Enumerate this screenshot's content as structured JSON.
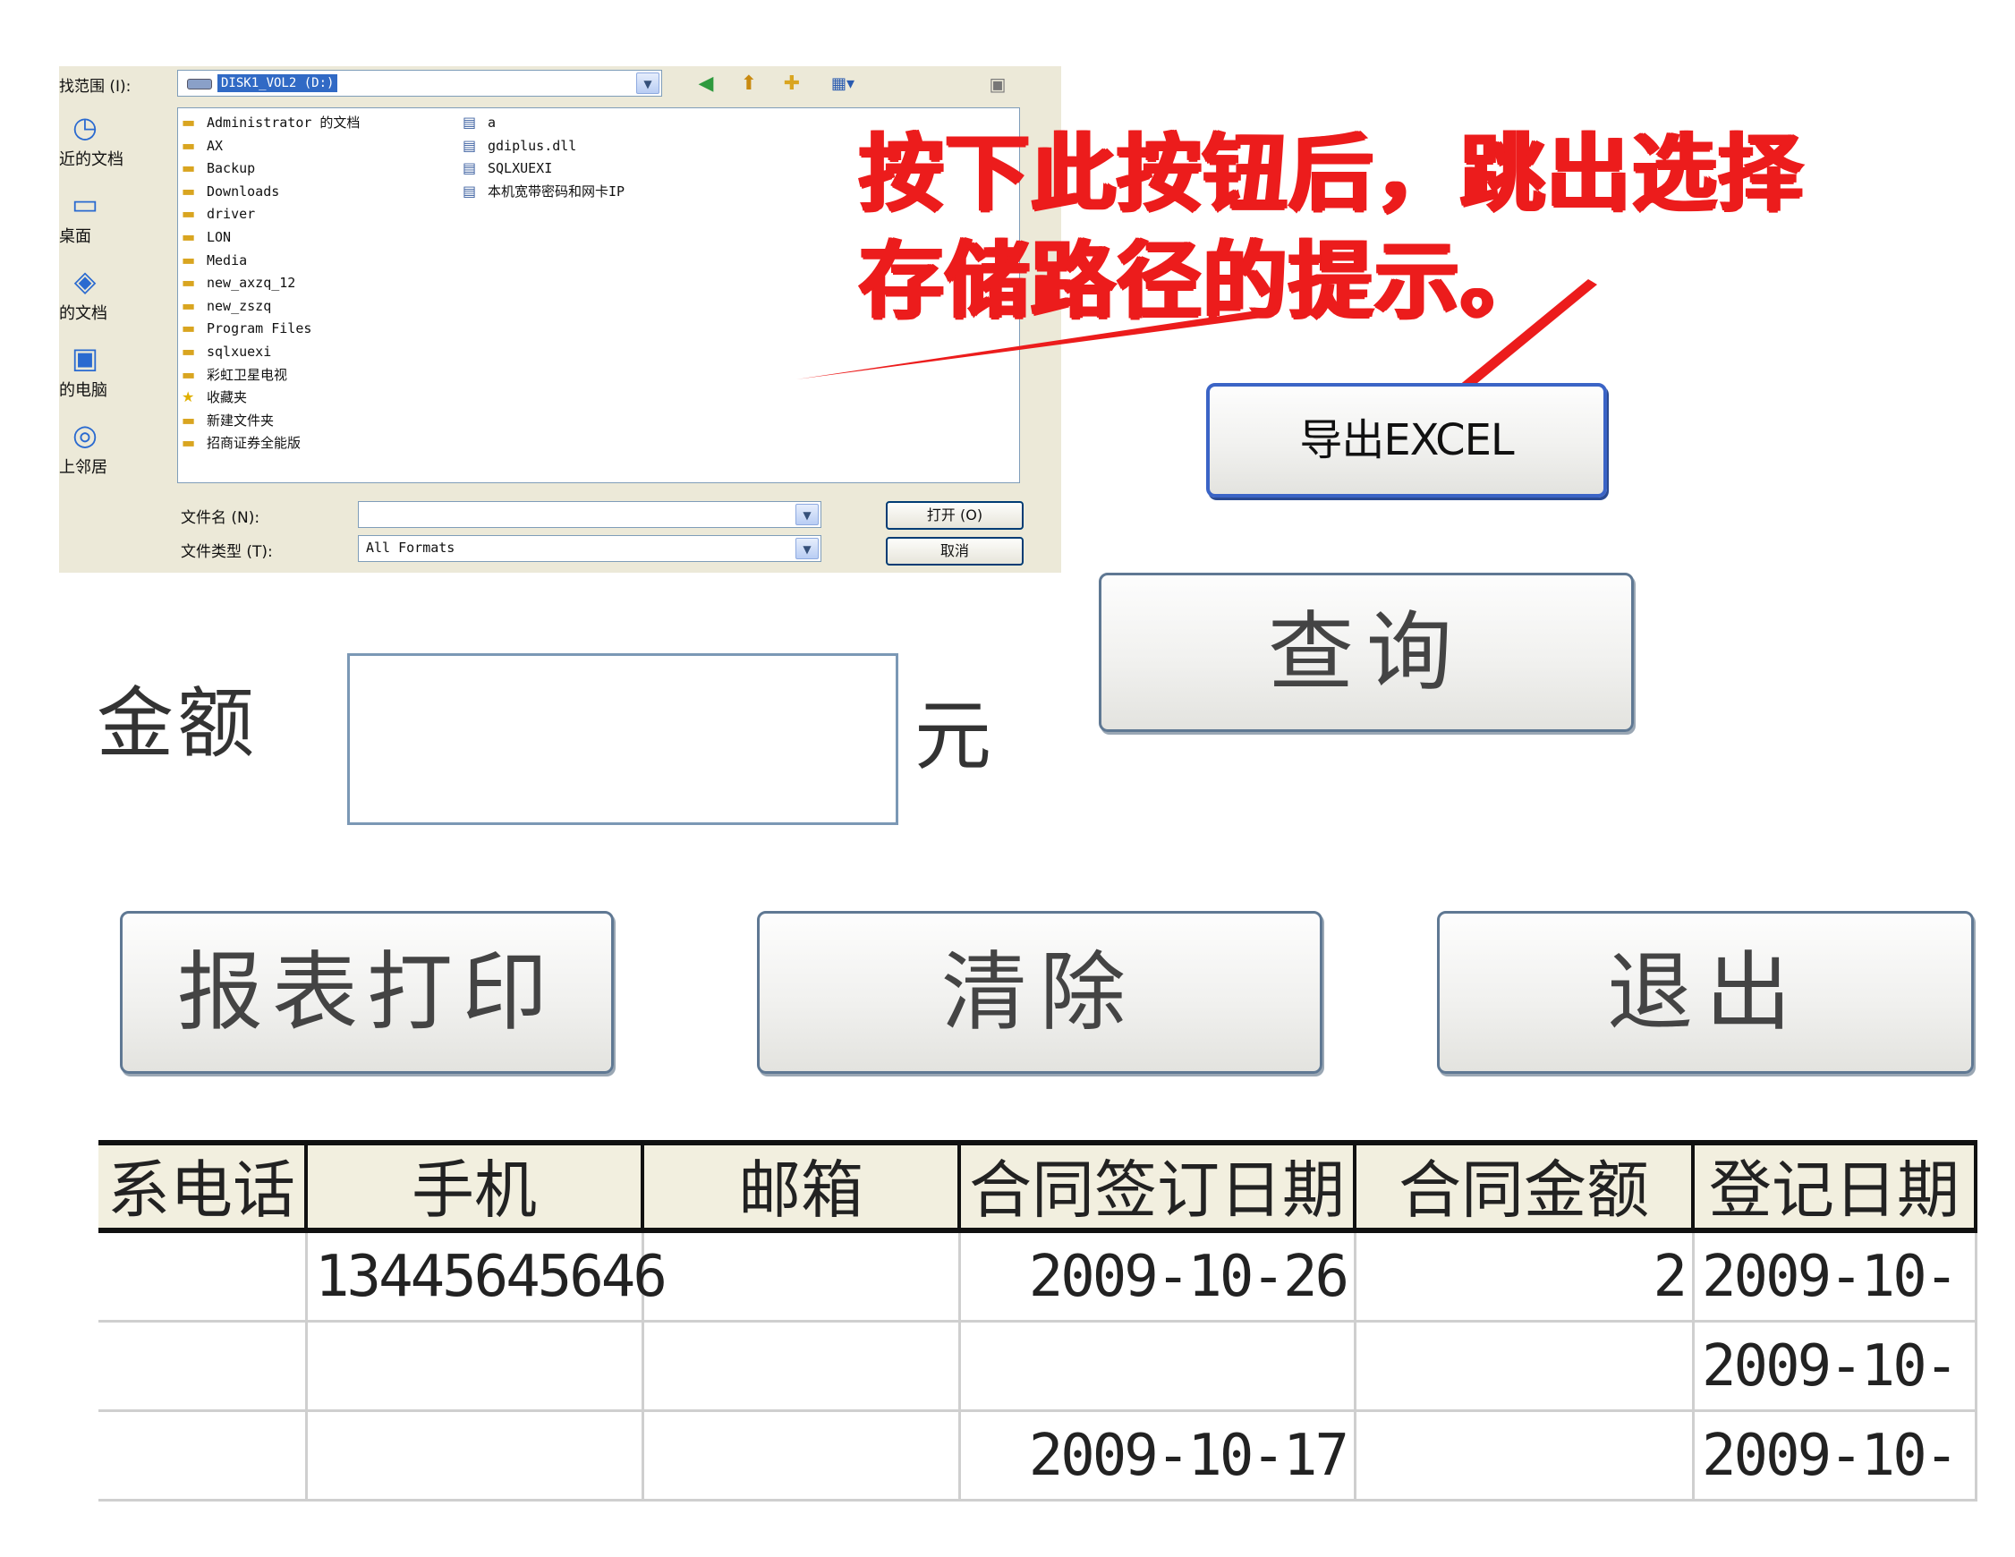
{
  "dialog": {
    "look_in_label": "找范围 (I):",
    "look_in_value": "DISK1_VOL2 (D:)",
    "places": [
      {
        "label": "近的文档",
        "icon": "recent-documents-icon"
      },
      {
        "label": "桌面",
        "icon": "desktop-icon"
      },
      {
        "label": "的文档",
        "icon": "my-documents-icon"
      },
      {
        "label": "的电脑",
        "icon": "my-computer-icon"
      },
      {
        "label": "上邻居",
        "icon": "network-places-icon"
      }
    ],
    "files_col1": [
      "Administrator 的文档",
      "AX",
      "Backup",
      "Downloads",
      "driver",
      "LON",
      "Media",
      "new_axzq_12",
      "new_zszq",
      "Program Files",
      "sqlxuexi",
      "彩虹卫星电视",
      "收藏夹",
      "新建文件夹",
      "招商证券全能版"
    ],
    "files_col2": [
      "a",
      "gdiplus.dll",
      "SQLXUEXI",
      "本机宽带密码和网卡IP"
    ],
    "filename_label": "文件名 (N):",
    "filename_value": "",
    "filetype_label": "文件类型 (T):",
    "filetype_value": "All Formats",
    "open_button": "打开 (O)",
    "cancel_button": "取消"
  },
  "annotation": {
    "line1": "按下此按钮后，跳出选择",
    "line2": "存储路径的提示。"
  },
  "form": {
    "export_button": "导出EXCEL",
    "query_button": "查询",
    "amount_label": "金额",
    "amount_value": "",
    "unit_label": "元",
    "print_button": "报表打印",
    "clear_button": "清除",
    "exit_button": "退出"
  },
  "grid": {
    "headers": [
      "系电话",
      "手机",
      "邮箱",
      "合同签订日期",
      "合同金额",
      "登记日期"
    ],
    "rows": [
      [
        "",
        "13445645646",
        "",
        "2009-10-26",
        "2",
        "2009-10-"
      ],
      [
        "",
        "",
        "",
        "",
        "",
        "2009-10-"
      ],
      [
        "",
        "",
        "",
        "2009-10-17",
        "",
        "2009-10-"
      ]
    ]
  },
  "colors": {
    "annotation_red": "#ec1c1c",
    "export_border_blue": "#3b64c6",
    "button_border": "#5f7893",
    "header_bg": "#f2efdf"
  }
}
